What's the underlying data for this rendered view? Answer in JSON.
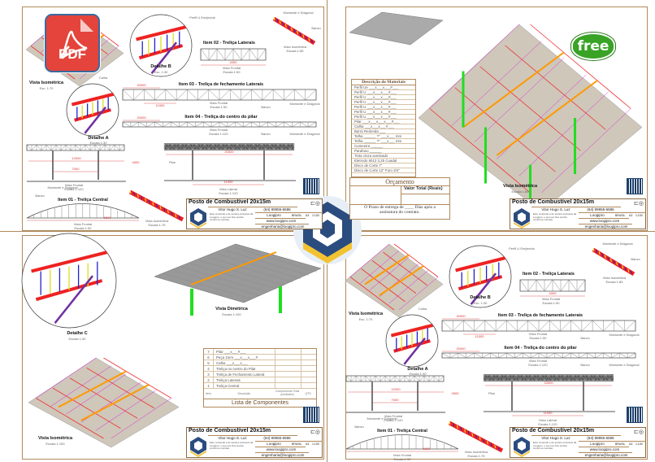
{
  "title_block": {
    "project": "Posto de Combustível 20x15m",
    "author": "Vitor Hugo S. Luz",
    "phone": "(64) 99955-6586",
    "company": "Loogipro",
    "site": "www.loogipro.com",
    "email": "engenharia@loogipro.com",
    "country": "BRASIL",
    "size": "A3",
    "scale": "1:100",
    "note": "Este conteúdo é de autoria exclusiva da Loogipro, e seu uso fica restrito conforme contrato."
  },
  "overlays": {
    "pdf_label": "PDF",
    "free_label": "free"
  },
  "sheet_trusses": {
    "iso_view": "Vista Isométrica",
    "iso_scale": "Esc. 1:70",
    "detail_b": "Detalhe B",
    "detail_b_scale": "Esc. 1:30",
    "perfil_u": "Perfil U Enrijecido",
    "item02": "Item 02 - Treliça Laterais",
    "front_view": "Vista Frontal",
    "scale_50": "Escala 1:50",
    "iso_view_85": "Vista Isométrica",
    "scale_85": "Escala 1:85",
    "montante": "Montante e Diagonal",
    "banzo": "Banzo",
    "calha": "Calha",
    "item03": "Item 03 - Treliça de fechamento Laterais",
    "item04": "Item 04 - Treliça do centro do pilar",
    "detail_a": "Detalhe A",
    "detail_a_scale": "Escala 1:30",
    "front_view_120": "Vista Frontal",
    "scale_120": "Escala 1:120",
    "side_view": "Vista Lateral",
    "scale_120b": "Escala 1:120",
    "pilar": "Pilar",
    "item01": "Item 01 - Treliça Central",
    "iso_view_75": "Vista Isométrica",
    "scale_75": "Escala 1:75",
    "dims": {
      "d20000": "20000",
      "d11000": "11000",
      "d7000": "7000",
      "d12000": "12000",
      "d4500": "4500",
      "d6600": "6600",
      "d500": "500",
      "d1000": "1000",
      "d4000": "4000"
    }
  },
  "sheet_iso": {
    "materials_title": "Descrição de Materiais",
    "materials": [
      "Perfil Ue ___x___x___#___",
      "Perfil U ___x___x___#___",
      "Perfil U ___x___x___#___",
      "Perfil U ___x___x___#___",
      "Perfil U ___x___x___#___",
      "Perfil U ___x___x___#___",
      "Perfil U ___x___x___#___",
      "Pilar ___x___x___x___#___",
      "Calha ___x___x___#___",
      "Barra Redonda ___",
      "Telha ______ ?\" ___x___ mm",
      "Telha ______ ?\" ___x___ mm",
      "Cumeeira ______",
      "Parafuso ______",
      "Tinta cinza acetinado",
      "Eletrodo 6013  3,25 Cuadal",
      "Disco de Corte 7\"",
      "Disco de Corte 12\" Furo 3/4\""
    ],
    "budget_title": "Orçamento",
    "budget_total": "Valor Total (Reais)",
    "budget_deadline": "O Prazo de entrega de ____ Dias após a assinatura do contrato.",
    "iso_view": "Vista Isométrica",
    "iso_scale": "Escala 1:85"
  },
  "sheet_components": {
    "detail_c": "Detalhe C",
    "detail_c_scale": "Escala 1:30",
    "dimetric": "Vista Dimétrica",
    "dimetric_scale": "Escala 1:100",
    "iso_view": "Vista Isométrica",
    "iso_scale": "Escala 1:150",
    "list_title": "Lista de Componentes",
    "headers": [
      "Item",
      "Descrição",
      "Comprimento Total (unidades)",
      "QTD"
    ],
    "rows": [
      {
        "item": "7",
        "desc": "Pilar ___x___#___"
      },
      {
        "item": "6",
        "desc": "Peça 1mm ___x___x___#"
      },
      {
        "item": "5",
        "desc": "Calha ___x___x___"
      },
      {
        "item": "4",
        "desc": "Treliça no centro do Pilar"
      },
      {
        "item": "3",
        "desc": "Treliça de Fechamento Lateral"
      },
      {
        "item": "2",
        "desc": "Treliça Laterais"
      },
      {
        "item": "1",
        "desc": "Treliça Central"
      }
    ]
  }
}
